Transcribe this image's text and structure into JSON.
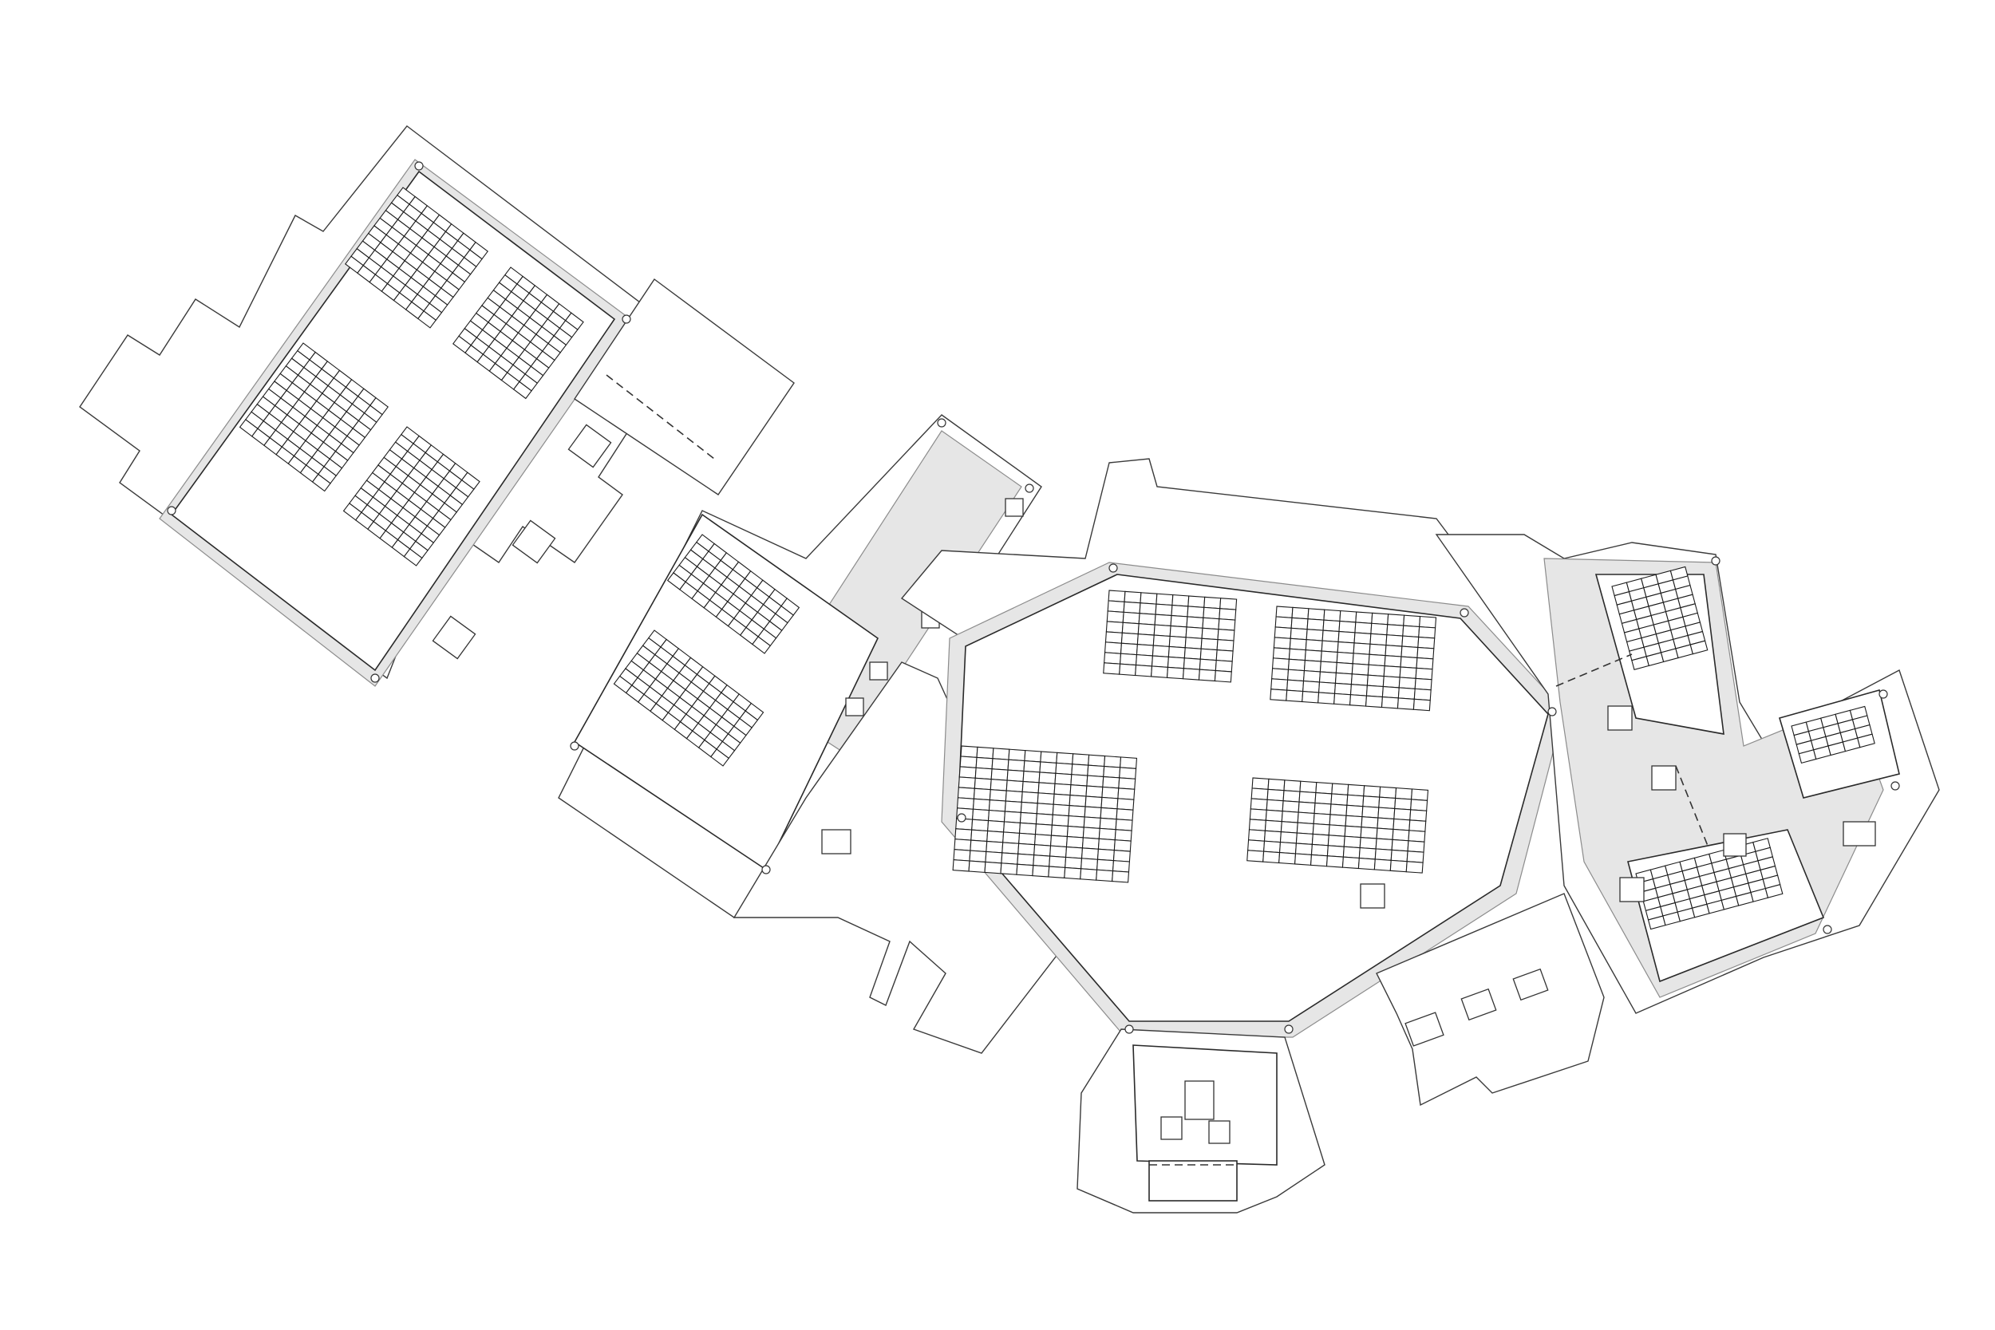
{
  "drawing": {
    "kind": "roof plan",
    "style": "black line drawing on white",
    "colors": {
      "line": "#2a2a2a",
      "walkway": "#e6e6e6",
      "background": "#ffffff"
    }
  },
  "sections": [
    {
      "id": "northwest-wing",
      "panel_blocks": 4
    },
    {
      "id": "west-wing",
      "panel_blocks": 2
    },
    {
      "id": "central-hall",
      "panel_blocks": 4
    },
    {
      "id": "east-wing-upper",
      "panel_blocks": 1
    },
    {
      "id": "east-wing-lower",
      "panel_blocks": 1
    },
    {
      "id": "east-wing-right",
      "panel_blocks": 1
    },
    {
      "id": "entrance-block",
      "panel_blocks": 0
    }
  ]
}
